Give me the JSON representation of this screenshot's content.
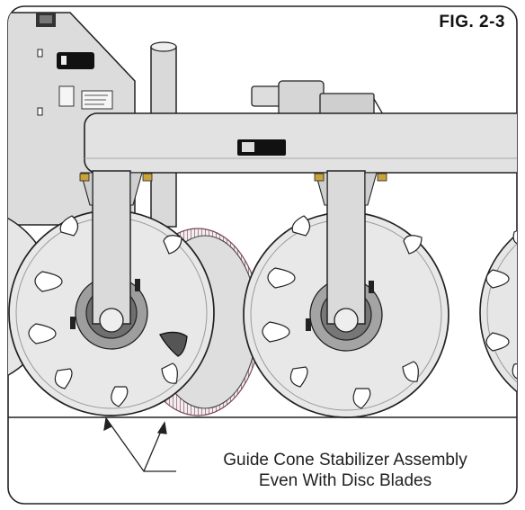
{
  "figure": {
    "label": "FIG. 2-3",
    "caption_lines": [
      "Guide Cone Stabilizer Assembly",
      "Even With Disc Blades"
    ]
  },
  "colors": {
    "metal_light": "#e4e4e4",
    "metal_mid": "#c9c9c9",
    "metal_dark": "#8d8d8d",
    "outline": "#222222",
    "blade_hatch": "#9a6a7a",
    "bolt_yellow": "#c9a23a"
  },
  "icons": [
    "decal-icon",
    "disc-wheel-icon",
    "guide-cone-icon"
  ]
}
